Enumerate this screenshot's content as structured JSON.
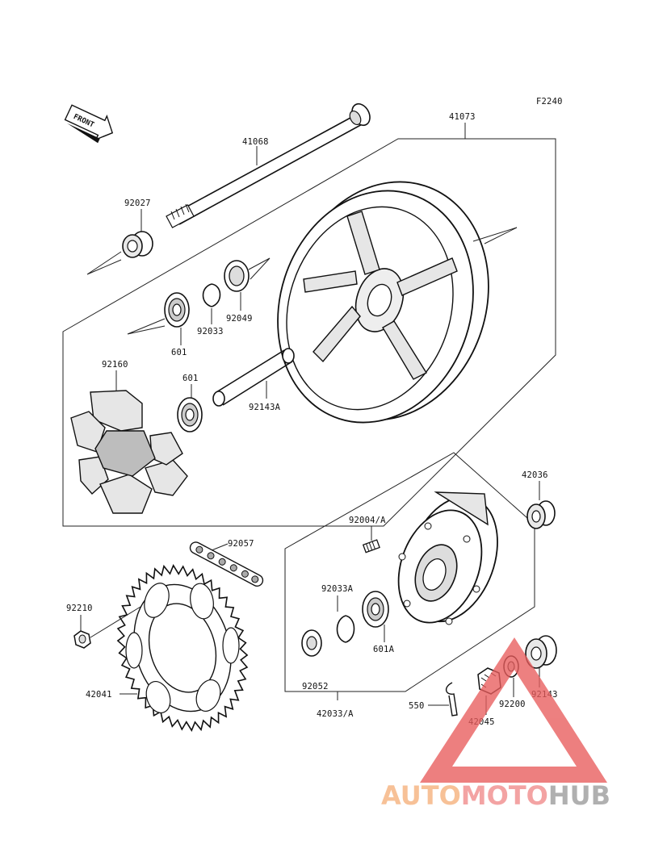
{
  "figure_code": "F2240",
  "front_badge": "FRONT",
  "labels": {
    "p41068": "41068",
    "p41073": "41073",
    "p92027": "92027",
    "p92049": "92049",
    "p92033": "92033",
    "p601_top": "601",
    "p92160": "92160",
    "p601_mid": "601",
    "p92143A": "92143A",
    "p42036": "42036",
    "p92004A": "92004/A",
    "p92057": "92057",
    "p92033A": "92033A",
    "p601A": "601A",
    "p92210": "92210",
    "p42041": "42041",
    "p92052": "92052",
    "p42033A": "42033/A",
    "p550": "550",
    "p42045": "42045",
    "p92200": "92200",
    "p92143": "92143"
  },
  "watermark": {
    "part1": "AUTO",
    "part2": "MOTO",
    "part3": "HUB",
    "color1": "#f6b07a",
    "color2": "#f08a8a",
    "color3": "#9a9a9a",
    "triangle_color": "#e85c5c"
  }
}
